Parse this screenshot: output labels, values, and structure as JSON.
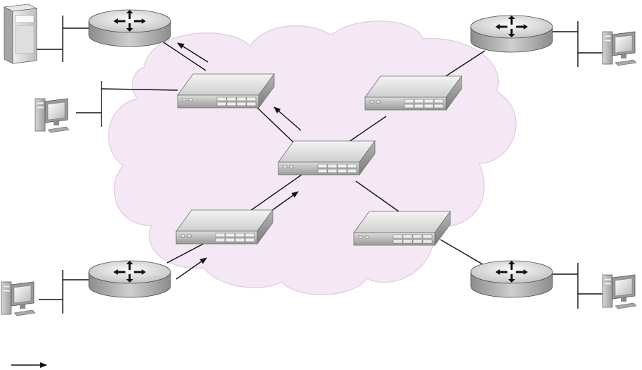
{
  "diagram": {
    "type": "network-topology",
    "cloud_color": "#f3e8f3",
    "cloud_border": "#e6c7de",
    "switches": [
      "switch-top-left",
      "switch-top-right",
      "switch-center",
      "switch-bottom-left",
      "switch-bottom-right"
    ],
    "routers": [
      "router-top-left",
      "router-top-right",
      "router-bottom-left",
      "router-bottom-right"
    ],
    "hosts": [
      "server",
      "pc-left",
      "pc-top-right",
      "pc-bottom-left",
      "pc-bottom-right"
    ],
    "legend": {
      "symbol": "arrow",
      "label": ""
    }
  }
}
